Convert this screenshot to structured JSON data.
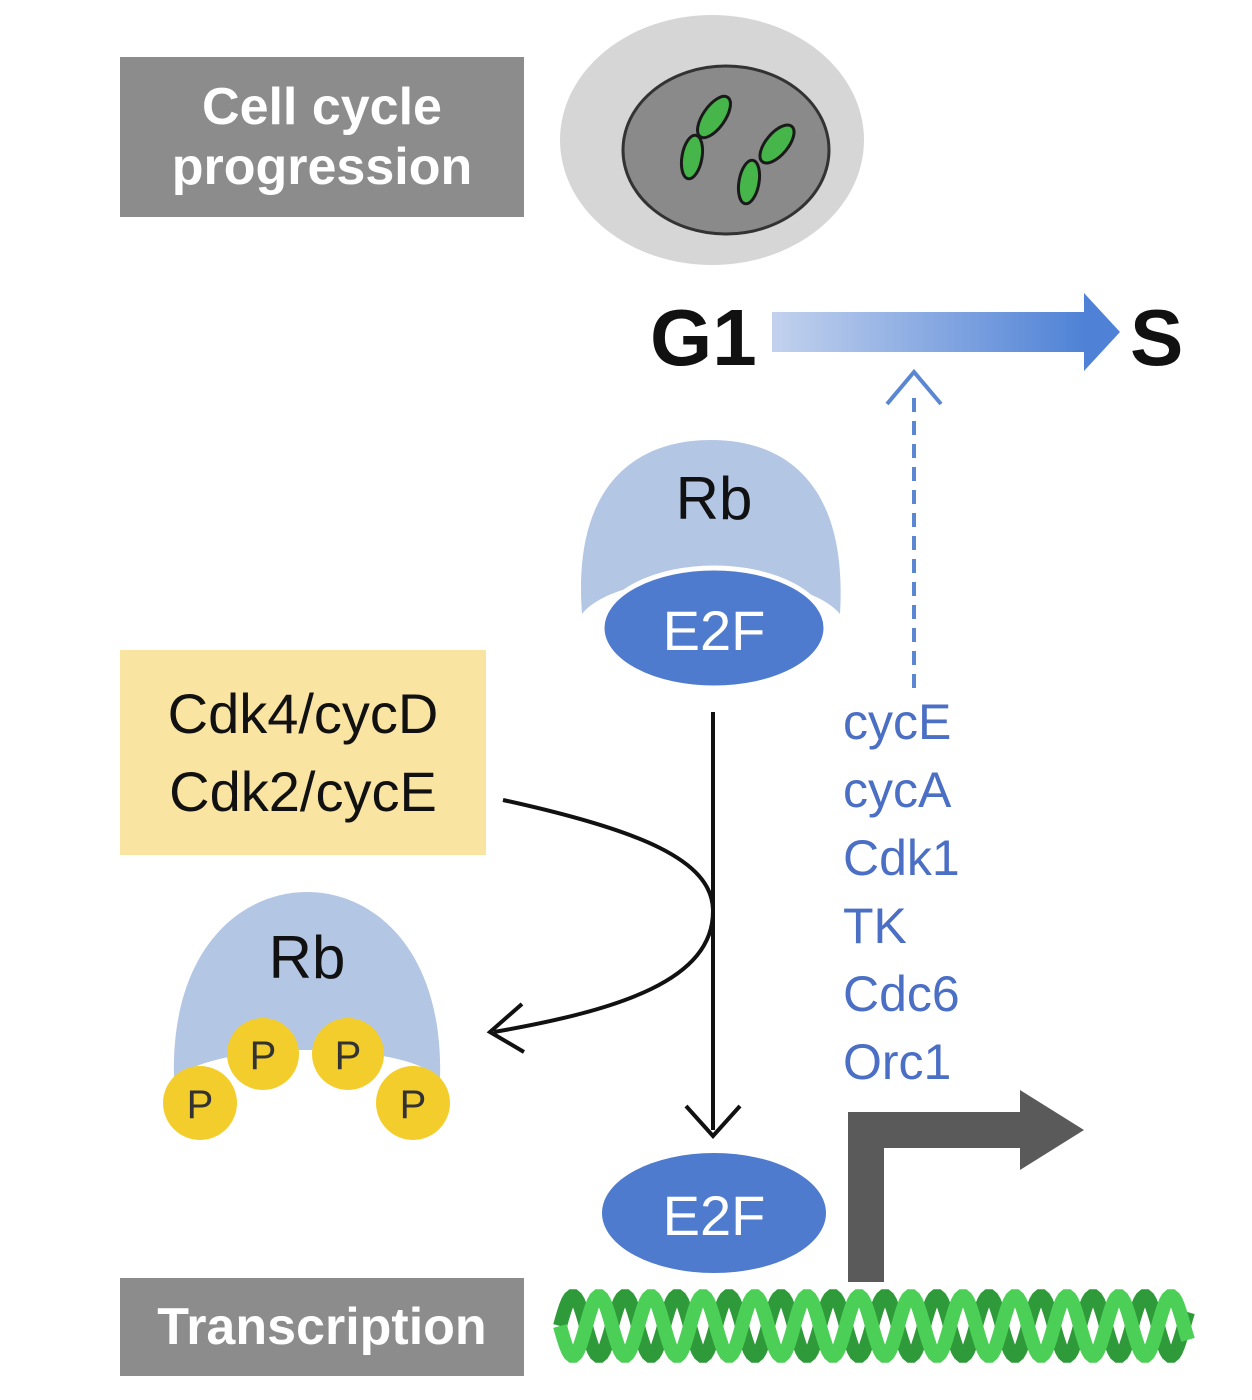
{
  "labels": {
    "cell_cycle_line1": "Cell cycle",
    "cell_cycle_line2": "progression",
    "transcription": "Transcription"
  },
  "phases": {
    "start": "G1",
    "end": "S"
  },
  "kinases": {
    "line1": "Cdk4/cycD",
    "line2": "Cdk2/cycE"
  },
  "proteins": {
    "rb": "Rb",
    "e2f": "E2F",
    "phosphate": "P"
  },
  "target_genes": [
    "cycE",
    "cycA",
    "Cdk1",
    "TK",
    "Cdc6",
    "Orc1"
  ],
  "colors": {
    "gray_label": "#8c8c8c",
    "kinase_box": "#f9e4a1",
    "rb": "#b3c6e4",
    "e2f": "#4f7bce",
    "phosphate": "#f3cd2c",
    "gene_text": "#4a6fc4",
    "dna_green": "#3fbf4a",
    "promoter_arrow": "#5a5a5a"
  }
}
